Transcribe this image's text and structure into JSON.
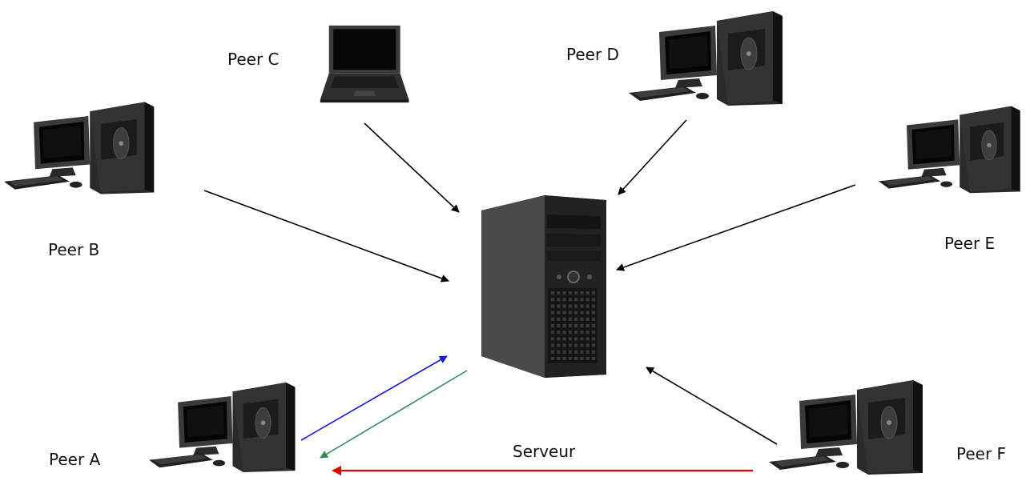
{
  "diagram": {
    "server": {
      "icon": "server-tower-icon"
    },
    "peers": [
      {
        "id": "peer-a",
        "label": "Peer A",
        "icon": "desktop-computer-icon"
      },
      {
        "id": "peer-b",
        "label": "Peer B",
        "icon": "desktop-computer-icon"
      },
      {
        "id": "peer-c",
        "label": "Peer C",
        "icon": "laptop-icon"
      },
      {
        "id": "peer-d",
        "label": "Peer D",
        "icon": "desktop-computer-icon"
      },
      {
        "id": "peer-e",
        "label": "Peer E",
        "icon": "desktop-computer-icon"
      },
      {
        "id": "peer-f",
        "label": "Peer F",
        "icon": "desktop-computer-icon"
      }
    ],
    "edges": [
      {
        "from": "peer-b",
        "to": "server",
        "color": "#000000"
      },
      {
        "from": "peer-c",
        "to": "server",
        "color": "#000000"
      },
      {
        "from": "peer-d",
        "to": "server",
        "color": "#000000"
      },
      {
        "from": "peer-e",
        "to": "server",
        "color": "#000000"
      },
      {
        "from": "peer-f",
        "to": "server",
        "color": "#000000"
      },
      {
        "from": "peer-a",
        "to": "server",
        "color": "#1414e6"
      },
      {
        "from": "server",
        "to": "peer-a",
        "color": "#2e8b57"
      },
      {
        "from": "peer-f",
        "to": "peer-a",
        "color": "#e60000",
        "label": "Serveur"
      }
    ]
  }
}
